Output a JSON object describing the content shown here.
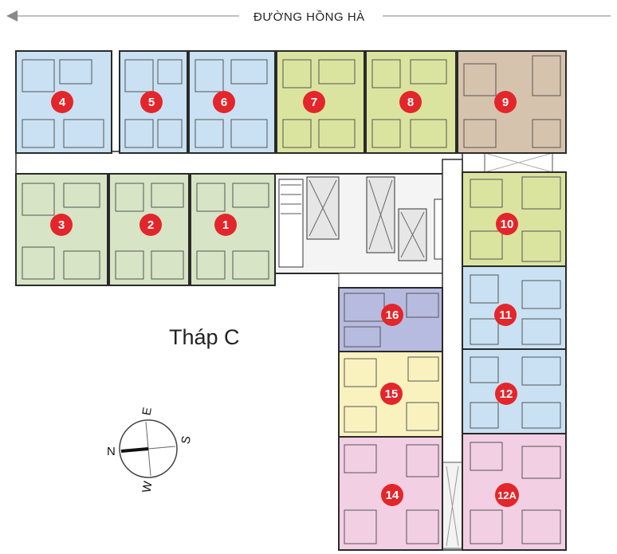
{
  "street": {
    "name": "ĐƯỜNG HỒNG HÀ"
  },
  "tower": {
    "name": "Tháp C"
  },
  "compass": {
    "n": "N",
    "e": "E",
    "s": "S",
    "w": "W"
  },
  "colors": {
    "blue": "#c9e1f2",
    "green": "#d7e4c5",
    "lime": "#dbe49f",
    "tan": "#d6c3ad",
    "purple": "#b7bbe0",
    "yellow": "#f9f2bf",
    "pink": "#f2cfe3",
    "marker": "#e3262b",
    "wall": "#2a2a2a"
  },
  "units": [
    {
      "id": "4",
      "label": "4",
      "color": "blue"
    },
    {
      "id": "5",
      "label": "5",
      "color": "blue"
    },
    {
      "id": "6",
      "label": "6",
      "color": "blue"
    },
    {
      "id": "7",
      "label": "7",
      "color": "lime"
    },
    {
      "id": "8",
      "label": "8",
      "color": "lime"
    },
    {
      "id": "9",
      "label": "9",
      "color": "tan"
    },
    {
      "id": "3",
      "label": "3",
      "color": "green"
    },
    {
      "id": "2",
      "label": "2",
      "color": "green"
    },
    {
      "id": "1",
      "label": "1",
      "color": "green"
    },
    {
      "id": "10",
      "label": "10",
      "color": "lime"
    },
    {
      "id": "11",
      "label": "11",
      "color": "blue"
    },
    {
      "id": "12",
      "label": "12",
      "color": "blue"
    },
    {
      "id": "12A",
      "label": "12A",
      "color": "pink"
    },
    {
      "id": "16",
      "label": "16",
      "color": "purple"
    },
    {
      "id": "15",
      "label": "15",
      "color": "yellow"
    },
    {
      "id": "14",
      "label": "14",
      "color": "pink"
    }
  ]
}
